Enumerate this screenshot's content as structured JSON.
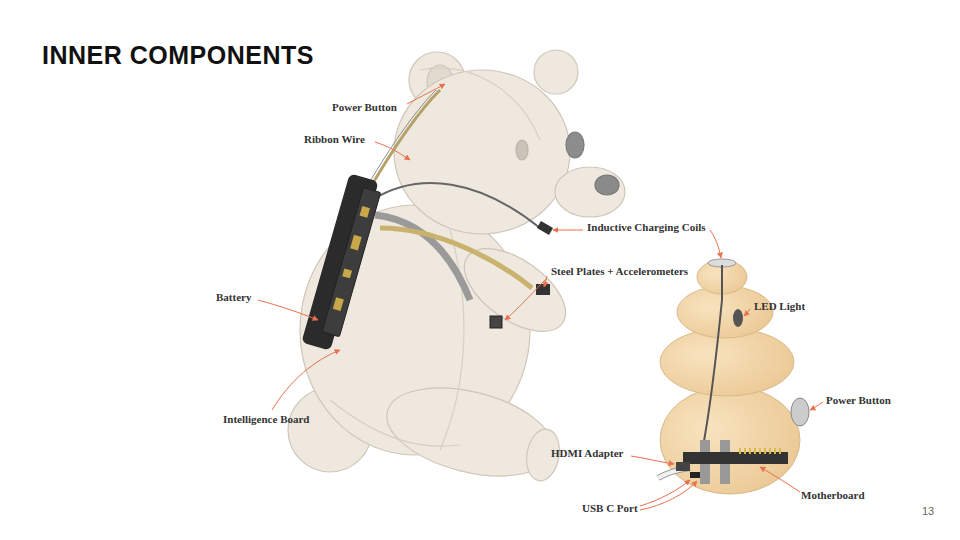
{
  "diagram": {
    "title": "INNER COMPONENTS",
    "labels": [
      "Power Button",
      "Ribbon Wire",
      "Inductive Charging Coils",
      "Steel Plates + Accelerometers",
      "LED Light",
      "Battery",
      "Power Button",
      "Intelligence Board",
      "HDMI Adapter",
      "USB C Port",
      "Motherboard",
      "13"
    ]
  }
}
